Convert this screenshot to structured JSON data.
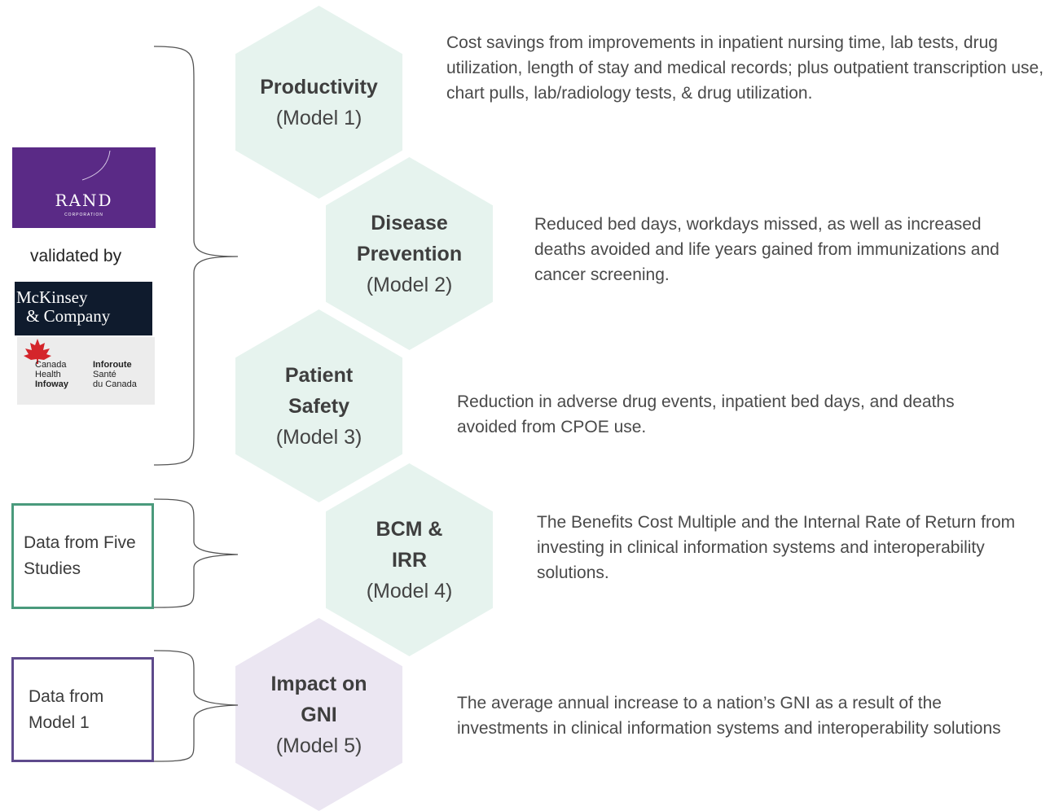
{
  "models": [
    {
      "title": "Productivity",
      "model": "(Model 1)",
      "color": "#e6f3ee",
      "description": "Cost savings from improvements in inpatient nursing time, lab tests, drug utilization, length of stay and medical records; plus outpatient transcription use, chart pulls, lab/radiology tests, & drug utilization."
    },
    {
      "title": "Disease Prevention",
      "model": "(Model 2)",
      "color": "#e6f3ee",
      "description": "Reduced bed days, workdays missed, as well as increased deaths avoided and life years gained from immunizations and cancer screening."
    },
    {
      "title": "Patient Safety",
      "model": "(Model 3)",
      "color": "#e6f3ee",
      "description": "Reduction in adverse drug events, inpatient bed days, and deaths avoided from CPOE use."
    },
    {
      "title": "BCM & IRR",
      "model": "(Model 4)",
      "color": "#e6f3ee",
      "description": "The Benefits Cost Multiple and the Internal Rate of Return from investing in clinical information systems and interoperability solutions."
    },
    {
      "title": "Impact on GNI",
      "model": "(Model 5)",
      "color": "#ebe6f2",
      "description": "The average annual increase to a nation’s GNI as a result of the investments in clinical information systems and interoperability solutions"
    }
  ],
  "validation": {
    "validated_by": "validated by",
    "rand": {
      "name": "RAND",
      "sub": "CORPORATION",
      "color": "#5a2a86"
    },
    "mckinsey": {
      "line1": "McKinsey",
      "line2": "& Company",
      "color": "#0f1b2d"
    },
    "infoway": {
      "en1": "Canada",
      "en2": "Health",
      "en3": "Infoway",
      "fr1": "Inforoute",
      "fr2": "Santé",
      "fr3": "du Canada"
    }
  },
  "sources": [
    {
      "text": "Data from Five Studies",
      "border": "#4a9a7c"
    },
    {
      "text": "Data from Model 1",
      "border": "#5e4a8c"
    }
  ]
}
